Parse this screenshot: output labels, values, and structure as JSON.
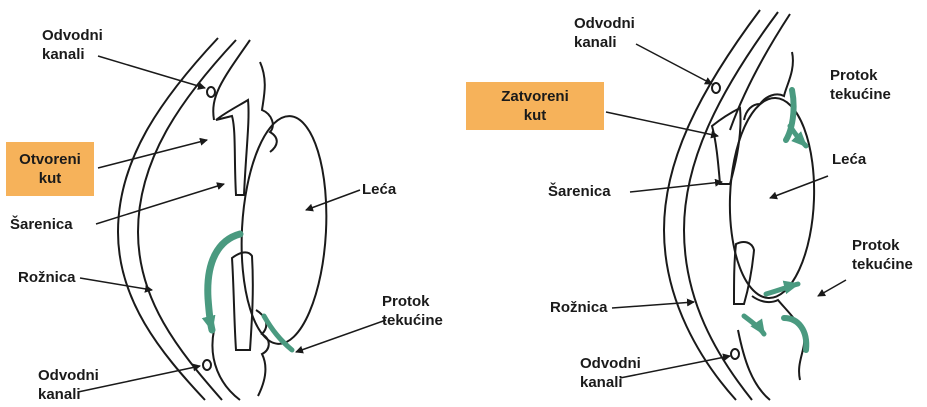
{
  "colors": {
    "highlight": "#f6b25a",
    "flow_arrow": "#4a9a80",
    "line": "#1a1a1a"
  },
  "left_panel": {
    "drainage_canals_top": "Odvodni\nkanali",
    "open_angle": "Otvoreni\nkut",
    "iris": "Šarenica",
    "cornea": "Rožnica",
    "drainage_canals_bottom": "Odvodni\nkanali",
    "lens": "Leća",
    "fluid_flow": "Protok\ntekućine"
  },
  "right_panel": {
    "drainage_canals_top": "Odvodni\nkanali",
    "closed_angle": "Zatvoreni\nkut",
    "iris": "Šarenica",
    "cornea": "Rožnica",
    "drainage_canals_bottom": "Odvodni\nkanali",
    "lens": "Leća",
    "fluid_flow_top": "Protok\ntekućine",
    "fluid_flow_right": "Protok\ntekućine"
  }
}
